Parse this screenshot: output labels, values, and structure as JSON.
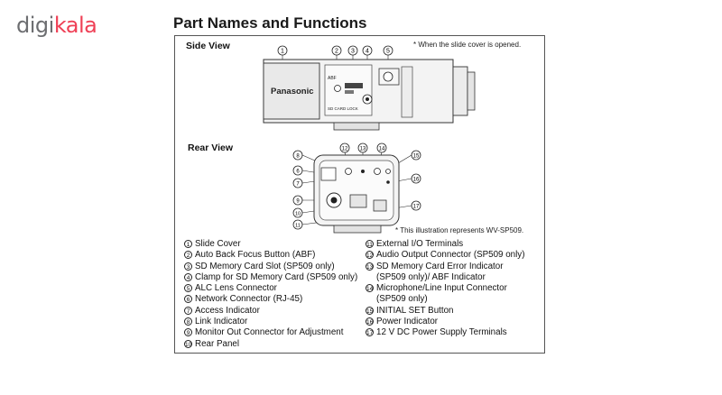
{
  "logo": {
    "part1": "digi",
    "part2": "kala",
    "color_gray": "#6d6e71",
    "color_red": "#ef4056"
  },
  "title": "Part Names and Functions",
  "side_view": {
    "label": "Side View",
    "note": "* When the slide cover is opened.",
    "brand": "Panasonic",
    "abf_label": "ABF",
    "sd_card_lock": "SD CARD LOCK",
    "callouts": [
      "1",
      "2",
      "3",
      "4",
      "5"
    ]
  },
  "rear_view": {
    "label": "Rear View",
    "note": "* This illustration represents WV-SP509.",
    "callouts": [
      "6",
      "7",
      "8",
      "9",
      "10",
      "11",
      "12",
      "13",
      "14",
      "15",
      "16",
      "17"
    ]
  },
  "legend_left": [
    {
      "num": "1",
      "text": "Slide Cover"
    },
    {
      "num": "2",
      "text": "Auto Back Focus Button (ABF)"
    },
    {
      "num": "3",
      "text": "SD Memory Card Slot (SP509 only)"
    },
    {
      "num": "4",
      "text": "Clamp for SD Memory Card (SP509 only)"
    },
    {
      "num": "5",
      "text": "ALC Lens Connector"
    },
    {
      "num": "6",
      "text": "Network Connector (RJ-45)"
    },
    {
      "num": "7",
      "text": "Access Indicator"
    },
    {
      "num": "8",
      "text": "Link Indicator"
    },
    {
      "num": "9",
      "text": "Monitor Out Connector for Adjustment"
    },
    {
      "num": "10",
      "text": "Rear Panel"
    }
  ],
  "legend_right": [
    {
      "num": "11",
      "text": "External I/O Terminals"
    },
    {
      "num": "12",
      "text": "Audio Output Connector (SP509 only)"
    },
    {
      "num": "13",
      "text": "SD Memory Card Error Indicator"
    },
    {
      "num": "",
      "text": "(SP509 only)/ ABF Indicator"
    },
    {
      "num": "14",
      "text": "Microphone/Line Input Connector"
    },
    {
      "num": "",
      "text": "(SP509 only)"
    },
    {
      "num": "15",
      "text": "INITIAL SET Button"
    },
    {
      "num": "16",
      "text": "Power Indicator"
    },
    {
      "num": "17",
      "text": "12 V DC Power Supply Terminals"
    }
  ]
}
